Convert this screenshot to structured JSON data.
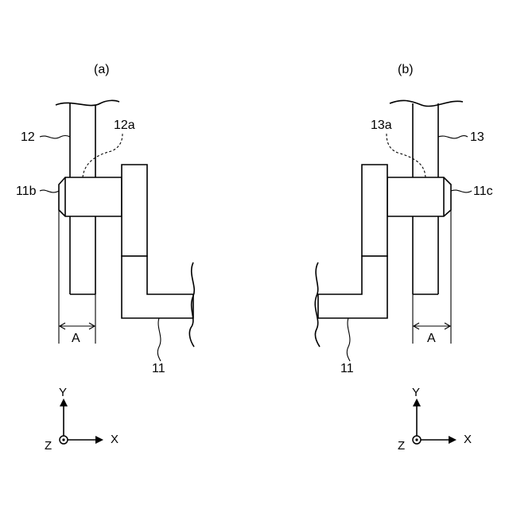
{
  "panels": {
    "a": {
      "label": "(a)",
      "ref_top": "12",
      "ref_hidden": "12a",
      "ref_pin": "11b",
      "ref_bottom": "11",
      "dimension": "A"
    },
    "b": {
      "label": "(b)",
      "ref_top": "13",
      "ref_hidden": "13a",
      "ref_pin": "11c",
      "ref_bottom": "11",
      "dimension": "A"
    }
  },
  "axes": {
    "y": "Y",
    "x": "X",
    "z": "Z"
  }
}
